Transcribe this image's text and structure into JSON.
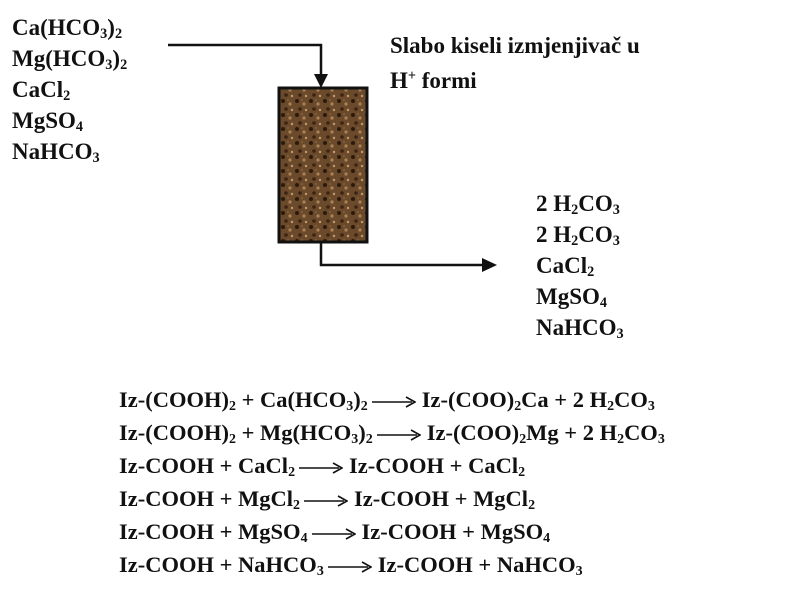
{
  "label": {
    "line1": "Slabo kiseli izmjenjivač u",
    "line2": [
      "H",
      "+",
      " formi"
    ]
  },
  "inputs": [
    [
      "Ca(HCO",
      "3",
      ")",
      "2",
      ""
    ],
    [
      "Mg(HCO",
      "3",
      ")",
      "2",
      ""
    ],
    [
      "CaCl",
      "2",
      "",
      "",
      ""
    ],
    [
      "MgSO",
      "4",
      "",
      "",
      ""
    ],
    [
      "NaHCO",
      "3",
      "",
      "",
      ""
    ]
  ],
  "outputs": [
    [
      "2 H",
      "2",
      "CO",
      "3"
    ],
    [
      "2 H",
      "2",
      "CO",
      "3"
    ],
    [
      "CaCl",
      "2",
      "",
      ""
    ],
    [
      "MgSO",
      "4",
      "",
      ""
    ],
    [
      "NaHCO",
      "3",
      "",
      ""
    ]
  ],
  "reactions": [
    {
      "lhs": [
        "Iz-(COOH)",
        "2",
        " + Ca(HCO",
        "3",
        ")",
        "2"
      ],
      "rhs": [
        "Iz-(COO)",
        "2",
        "Ca + 2 H",
        "2",
        "CO",
        "3"
      ]
    },
    {
      "lhs": [
        "Iz-(COOH)",
        "2",
        " + Mg(HCO",
        "3",
        ")",
        "2"
      ],
      "rhs": [
        "Iz-(COO)",
        "2",
        "Mg + 2 H",
        "2",
        "CO",
        "3"
      ]
    },
    {
      "lhs": [
        "Iz-COOH + CaCl",
        "2",
        "",
        "",
        "",
        ""
      ],
      "rhs": [
        "Iz-COOH + CaCl",
        "2",
        "",
        "",
        "",
        ""
      ]
    },
    {
      "lhs": [
        "Iz-COOH + MgCl",
        "2",
        "",
        "",
        "",
        ""
      ],
      "rhs": [
        "Iz-COOH + MgCl",
        "2",
        "",
        "",
        "",
        ""
      ]
    },
    {
      "lhs": [
        "Iz-COOH + MgSO",
        "4",
        "",
        "",
        "",
        ""
      ],
      "rhs": [
        "Iz-COOH + MgSO",
        "4",
        "",
        "",
        "",
        ""
      ]
    },
    {
      "lhs": [
        "Iz-COOH + NaHCO",
        "3",
        "",
        "",
        "",
        ""
      ],
      "rhs": [
        "Iz-COOH + NaHCO",
        "3",
        "",
        "",
        "",
        ""
      ]
    }
  ],
  "colors": {
    "column_fill": "#6b4a2c",
    "column_grain": "#2a1a0c",
    "column_light": "#a9825a",
    "ink": "#111111"
  }
}
